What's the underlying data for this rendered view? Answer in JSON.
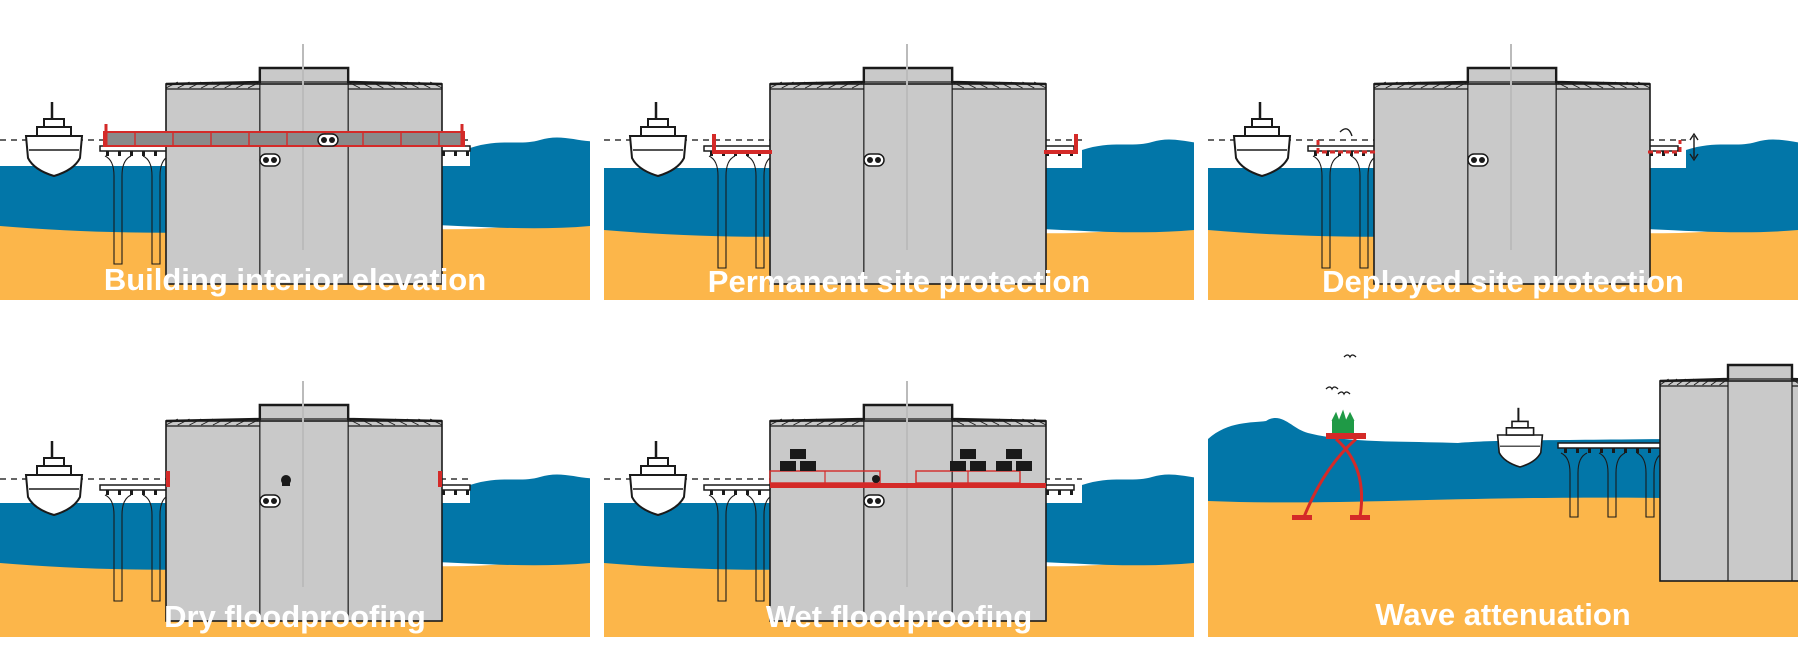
{
  "colors": {
    "water": "#0276a8",
    "sand": "#fcb64a",
    "building": "#c9c9c9",
    "protection": "#d42a28",
    "vegetation": "#1f9a46",
    "outline": "#1a1a1a"
  },
  "panels": [
    {
      "label": "Building interior elevation",
      "feature": "elevated-floor"
    },
    {
      "label": "Permanent site protection",
      "feature": "permanent-walls"
    },
    {
      "label": "Deployed site protection",
      "feature": "deployable-barriers"
    },
    {
      "label": "Dry floodproofing",
      "feature": "dry-floodproof"
    },
    {
      "label": "Wet floodproofing",
      "feature": "wet-floodproof"
    },
    {
      "label": "Wave attenuation",
      "feature": "wave-attenuator"
    }
  ],
  "icons": [
    "ship-icon",
    "warehouse-icon",
    "pile-pier-icon",
    "pump-icon",
    "seabird-icon",
    "vegetation-icon",
    "cargo-icon"
  ]
}
